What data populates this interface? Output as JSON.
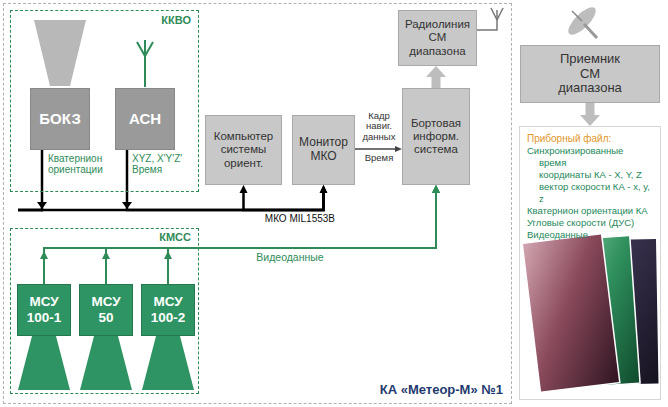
{
  "diagram": {
    "nodes": [
      {
        "text": [
          "КА «Метеор-М» №1"
        ]
      },
      {
        "text": [
          "ККВО"
        ],
        "in": 0
      },
      {
        "text": [
          "БОКЗ"
        ],
        "in": 1
      },
      {
        "text": [
          "АСН"
        ],
        "in": 1
      },
      {
        "text": [
          "Компьютер системы ориент."
        ],
        "in": 0
      },
      {
        "text": [
          "Монитор МКО"
        ],
        "in": 0
      },
      {
        "text": [
          "Радиолиния СМ диапазона"
        ],
        "in": 0
      },
      {
        "text": [
          "Бортовая информ. система"
        ],
        "in": 0
      },
      {
        "text": [
          "КМСС"
        ],
        "in": 0
      },
      {
        "text": [
          "МСУ 100-1"
        ],
        "in": 8
      },
      {
        "text": [
          "МСУ 50"
        ],
        "in": 8
      },
      {
        "text": [
          "МСУ 100-2"
        ],
        "in": 8
      },
      {
        "text": [
          "Приемник СМ диапазона"
        ]
      },
      {
        "text": [
          "Приборный файл:",
          "Синхронизированные",
          "время",
          "координаты КА - X, Y, Z",
          "вектор скорости КА - x, y, z",
          "Кватернион ориентации КА",
          "Угловые скорости (ДУС)",
          "Видеоданные"
        ]
      }
    ],
    "edges": [
      {
        "from": 2,
        "to": 5,
        "arrow": "to",
        "label": "Кватернион ориентации"
      },
      {
        "from": 3,
        "to": 5,
        "arrow": "to",
        "label": "XYZ, X'Y'Z' Время"
      },
      {
        "from": 4,
        "to": 5,
        "arrow": "both"
      },
      {
        "from": 5,
        "to": 7,
        "arrow": "to",
        "label": "Кадр навиг. данных"
      },
      {
        "from": 9,
        "to": 7,
        "arrow": "to"
      },
      {
        "from": 10,
        "to": 7,
        "arrow": "to"
      },
      {
        "from": 11,
        "to": 7,
        "arrow": "to",
        "label": "Видеоданные"
      },
      {
        "from": 7,
        "to": 6,
        "arrow": "to"
      },
      {
        "from": 12,
        "to": 13,
        "arrow": "to"
      }
    ],
    "labels": [
      "Время",
      "МКО MIL1553B"
    ]
  }
}
